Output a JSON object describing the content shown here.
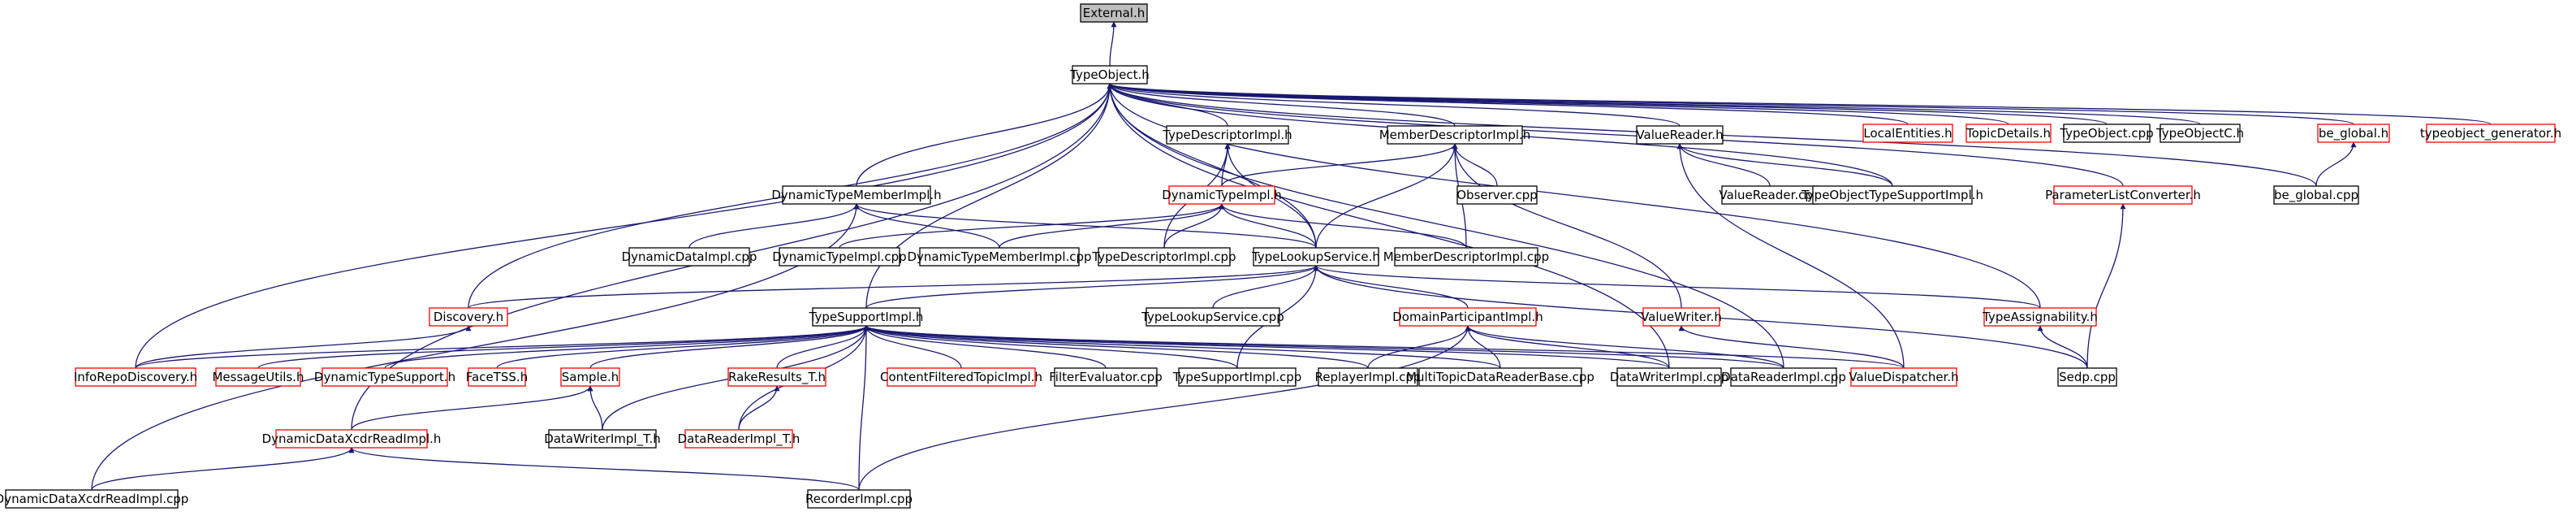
{
  "graph": {
    "colors": {
      "edge": "#191970",
      "node_fill": "#ffffff",
      "node_root_fill": "#bfbfbf",
      "border_black": "#000000",
      "border_red": "#ff0000"
    },
    "nodes": [
      {
        "id": "external_h",
        "label": "External.h",
        "border": "black",
        "root": true
      },
      {
        "id": "typeobject_h",
        "label": "TypeObject.h",
        "border": "black"
      },
      {
        "id": "typedescriptorimpl_h",
        "label": "TypeDescriptorImpl.h",
        "border": "black"
      },
      {
        "id": "memberdescriptorimpl_h",
        "label": "MemberDescriptorImpl.h",
        "border": "black"
      },
      {
        "id": "valuereader_h",
        "label": "ValueReader.h",
        "border": "black"
      },
      {
        "id": "localentities_h",
        "label": "LocalEntities.h",
        "border": "red"
      },
      {
        "id": "topicdetails_h",
        "label": "TopicDetails.h",
        "border": "red"
      },
      {
        "id": "typeobject_cpp",
        "label": "TypeObject.cpp",
        "border": "black"
      },
      {
        "id": "typeobjectc_h",
        "label": "TypeObjectC.h",
        "border": "black"
      },
      {
        "id": "be_global_h",
        "label": "be_global.h",
        "border": "red"
      },
      {
        "id": "typeobject_generator_h",
        "label": "typeobject_generator.h",
        "border": "red"
      },
      {
        "id": "dynamictypememberimpl_h",
        "label": "DynamicTypeMemberImpl.h",
        "border": "black"
      },
      {
        "id": "dynamictypeimpl_h",
        "label": "DynamicTypeImpl.h",
        "border": "red"
      },
      {
        "id": "observer_cpp",
        "label": "Observer.cpp",
        "border": "black"
      },
      {
        "id": "valuereader_cpp",
        "label": "ValueReader.cpp",
        "border": "black"
      },
      {
        "id": "typeobjecttypesupportimpl_h",
        "label": "TypeObjectTypeSupportImpl.h",
        "border": "black"
      },
      {
        "id": "parameterlistconverter_h",
        "label": "ParameterListConverter.h",
        "border": "red"
      },
      {
        "id": "be_global_cpp",
        "label": "be_global.cpp",
        "border": "black"
      },
      {
        "id": "dynamicdataimpl_cpp",
        "label": "DynamicDataImpl.cpp",
        "border": "black"
      },
      {
        "id": "dynamictypeimpl_cpp",
        "label": "DynamicTypeImpl.cpp",
        "border": "black"
      },
      {
        "id": "dynamictypememberimpl_cpp",
        "label": "DynamicTypeMemberImpl.cpp",
        "border": "black"
      },
      {
        "id": "typedescriptorimpl_cpp",
        "label": "TypeDescriptorImpl.cpp",
        "border": "black"
      },
      {
        "id": "typelookupservice_h",
        "label": "TypeLookupService.h",
        "border": "black"
      },
      {
        "id": "memberdescriptorimpl_cpp",
        "label": "MemberDescriptorImpl.cpp",
        "border": "black"
      },
      {
        "id": "discovery_h",
        "label": "Discovery.h",
        "border": "red"
      },
      {
        "id": "typesupportimpl_h",
        "label": "TypeSupportImpl.h",
        "border": "black"
      },
      {
        "id": "typelookupservice_cpp",
        "label": "TypeLookupService.cpp",
        "border": "black"
      },
      {
        "id": "domainparticipantimpl_h",
        "label": "DomainParticipantImpl.h",
        "border": "red"
      },
      {
        "id": "valuewriter_h",
        "label": "ValueWriter.h",
        "border": "red"
      },
      {
        "id": "typeassignability_h",
        "label": "TypeAssignability.h",
        "border": "red"
      },
      {
        "id": "inforepodiscovery_h",
        "label": "InfoRepoDiscovery.h",
        "border": "red"
      },
      {
        "id": "messageutils_h",
        "label": "MessageUtils.h",
        "border": "red"
      },
      {
        "id": "dynamictypesupport_h",
        "label": "DynamicTypeSupport.h",
        "border": "red"
      },
      {
        "id": "facetss_h",
        "label": "FaceTSS.h",
        "border": "red"
      },
      {
        "id": "sample_h",
        "label": "Sample.h",
        "border": "red"
      },
      {
        "id": "rakeresults_t_h",
        "label": "RakeResults_T.h",
        "border": "red"
      },
      {
        "id": "contentfilteredtopicimpl_h",
        "label": "ContentFilteredTopicImpl.h",
        "border": "red"
      },
      {
        "id": "filterevaluator_cpp",
        "label": "FilterEvaluator.cpp",
        "border": "black"
      },
      {
        "id": "typesupportimpl_cpp",
        "label": "TypeSupportImpl.cpp",
        "border": "black"
      },
      {
        "id": "replayerimpl_cpp",
        "label": "ReplayerImpl.cpp",
        "border": "black"
      },
      {
        "id": "multitopicdatareaderbase_cpp",
        "label": "MultiTopicDataReaderBase.cpp",
        "border": "black"
      },
      {
        "id": "datawriterimpl_cpp",
        "label": "DataWriterImpl.cpp",
        "border": "black"
      },
      {
        "id": "datareaderimpl_cpp",
        "label": "DataReaderImpl.cpp",
        "border": "black"
      },
      {
        "id": "valuedispatcher_h",
        "label": "ValueDispatcher.h",
        "border": "red"
      },
      {
        "id": "sedp_cpp",
        "label": "Sedp.cpp",
        "border": "black"
      },
      {
        "id": "dynamicdataxcdrreadimpl_h",
        "label": "DynamicDataXcdrReadImpl.h",
        "border": "red"
      },
      {
        "id": "datawriterimpl_t_h",
        "label": "DataWriterImpl_T.h",
        "border": "black"
      },
      {
        "id": "datareaderimpl_t_h",
        "label": "DataReaderImpl_T.h",
        "border": "red"
      },
      {
        "id": "dynamicdataxcdrreadimpl_cpp",
        "label": "DynamicDataXcdrReadImpl.cpp",
        "border": "black"
      },
      {
        "id": "recorderimpl_cpp",
        "label": "RecorderImpl.cpp",
        "border": "black"
      }
    ]
  }
}
